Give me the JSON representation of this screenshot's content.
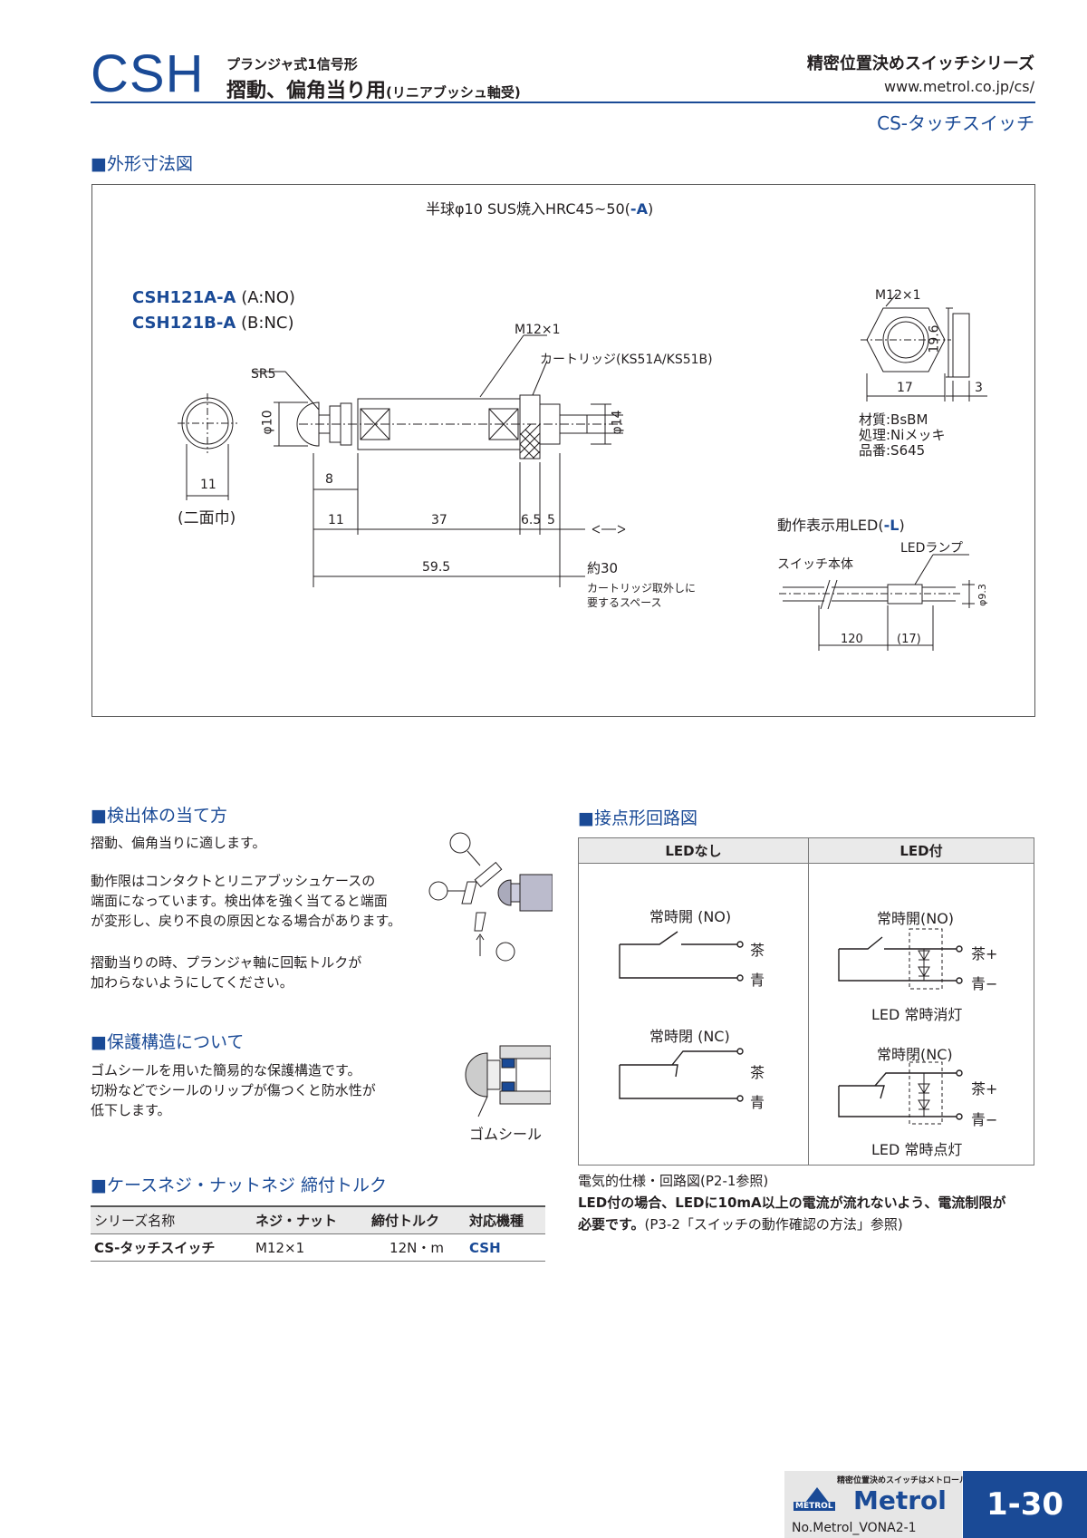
{
  "header": {
    "code": "CSH",
    "sub1": "プランジャ式1信号形",
    "sub2": "摺動、偏角当り用",
    "sub2_small": "(リニアブッシュ軸受)",
    "series": "精密位置決めスイッチシリーズ",
    "url": "www.metrol.co.jp/cs/",
    "category": "CS-タッチスイッチ"
  },
  "dimensions": {
    "heading": "外形寸法図",
    "top_note": "半球φ10 SUS焼入HRC45~50(",
    "top_note_code": "-A",
    "top_note_end": ")",
    "model_a": "CSH121A-A",
    "model_a_note": "(A:NO)",
    "model_b": "CSH121B-A",
    "model_b_note": "(B:NC)",
    "thread": "M12×1",
    "cartridge": "カートリッジ(KS51A/KS51B)",
    "sr5": "SR5",
    "phi10": "φ10",
    "phi14": "φ14",
    "d8": "8",
    "d11_hex": "11",
    "nikomen": "(二面巾)",
    "d11": "11",
    "d37": "37",
    "d65": "6.5",
    "d5": "5",
    "d595": "59.5",
    "approx30": "約30",
    "space1": "カートリッジ取外しに",
    "space2": "要するスペース",
    "nut_thread": "M12×1",
    "nut_196": "19.6",
    "nut_17": "17",
    "nut_3": "3",
    "material": "材質:BsBM",
    "treatment": "処理:Niメッキ",
    "part_no": "品番:S645",
    "led_title": "動作表示用LED(",
    "led_code": "-L",
    "led_title_end": ")",
    "led_lamp": "LEDランプ",
    "switch_body": "スイッチ本体",
    "led_120": "120",
    "led_17": "(17)",
    "led_phi": "φ9.3"
  },
  "detect": {
    "heading": "検出体の当て方",
    "p1": "摺動、偏角当りに適します。",
    "p2": "動作限はコンタクトとリニアブッシュケースの\n端面になっています。検出体を強く当てると端面\nが変形し、戻り不良の原因となる場合があります。",
    "p3": "摺動当りの時、プランジャ軸に回転トルクが\n加わらないようにしてください。"
  },
  "protect": {
    "heading": "保護構造について",
    "p1": "ゴムシールを用いた簡易的な保護構造です。\n切粉などでシールのリップが傷つくと防水性が\n低下します。",
    "seal_label": "ゴムシール"
  },
  "torque": {
    "heading": "ケースネジ・ナットネジ 締付トルク",
    "headers": [
      "シリーズ名称",
      "ネジ・ナット",
      "締付トルク",
      "対応機種"
    ],
    "row": [
      "CS-タッチスイッチ",
      "M12×1",
      "12N・m",
      "CSH"
    ]
  },
  "circuit": {
    "heading": "接点形回路図",
    "col1": "LEDなし",
    "col2": "LED付",
    "no_label": "常時開 (NO)",
    "nc_label": "常時閉 (NC)",
    "brown": "茶",
    "blue": "青",
    "led_no_label": "常時開(NO)",
    "led_nc_label": "常時閉(NC)",
    "brown_plus": "茶+",
    "blue_minus": "青−",
    "led_off": "LED 常時消灯",
    "led_on": "LED 常時点灯",
    "ref": "電気的仕様・回路図(P2-1参照)",
    "warn_bold": "LED付の場合、LEDに10mA以上の電流が流れないよう、電流制限が",
    "warn_bold2": "必要です。",
    "warn_ref": "(P3-2「スイッチの動作確認の方法」参照)"
  },
  "footer": {
    "tagline": "精密位置決めスイッチはメトロール",
    "logo_small": "METROL",
    "logo": "Metrol",
    "doc_no": "No.Metrol_VONA2-1",
    "page": "1-30"
  },
  "colors": {
    "accent": "#1a4a96",
    "header_fill": "#eaeaea",
    "line": "#231f20"
  }
}
